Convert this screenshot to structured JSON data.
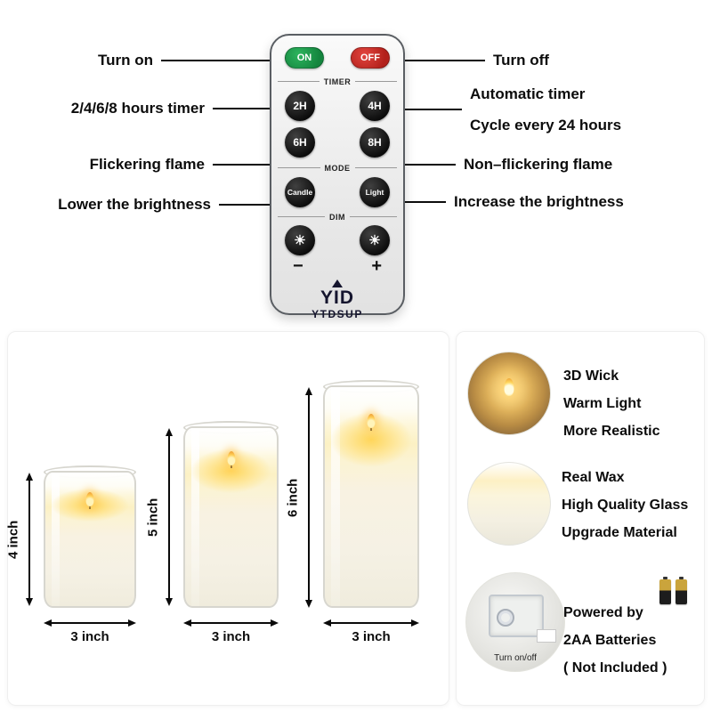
{
  "remote": {
    "on": "ON",
    "off": "OFF",
    "timer_label": "TIMER",
    "mode_label": "MODE",
    "dim_label": "DIM",
    "t2h": "2H",
    "t4h": "4H",
    "t6h": "6H",
    "t8h": "8H",
    "candle": "Candle",
    "light": "Light",
    "minus": "−",
    "plus": "+",
    "logo": "YID",
    "brand": "YTDSUP"
  },
  "icons": {
    "sun": "☀"
  },
  "annotations": {
    "left": [
      {
        "label": "Turn on"
      },
      {
        "label": "2/4/6/8 hours timer"
      },
      {
        "label": "Flickering flame"
      },
      {
        "label": "Lower the brightness"
      }
    ],
    "right": [
      {
        "label": "Turn off"
      },
      {
        "line1": "Automatic timer",
        "line2": "Cycle every 24 hours"
      },
      {
        "label": "Non–flickering flame"
      },
      {
        "label": "Increase the brightness"
      }
    ]
  },
  "candles": [
    {
      "height_label": "4 inch",
      "width_label": "3 inch"
    },
    {
      "height_label": "5 inch",
      "width_label": "3 inch"
    },
    {
      "height_label": "6 inch",
      "width_label": "3 inch"
    }
  ],
  "features": [
    {
      "line1": "3D Wick",
      "line2": "Warm Light",
      "line3": "More Realistic"
    },
    {
      "line1": "Real Wax",
      "line2": "High Quality Glass",
      "line3": "Upgrade Material"
    },
    {
      "line1": "Powered by",
      "line2": "2AA Batteries",
      "line3": "( Not Included )",
      "caption": "Turn on/off"
    }
  ],
  "colors": {
    "on_green": "#1fa14e",
    "off_red": "#c2221d",
    "button_black": "#141414",
    "flame_amber": "#f2b340",
    "wax_ivory": "#f7f2e2"
  }
}
